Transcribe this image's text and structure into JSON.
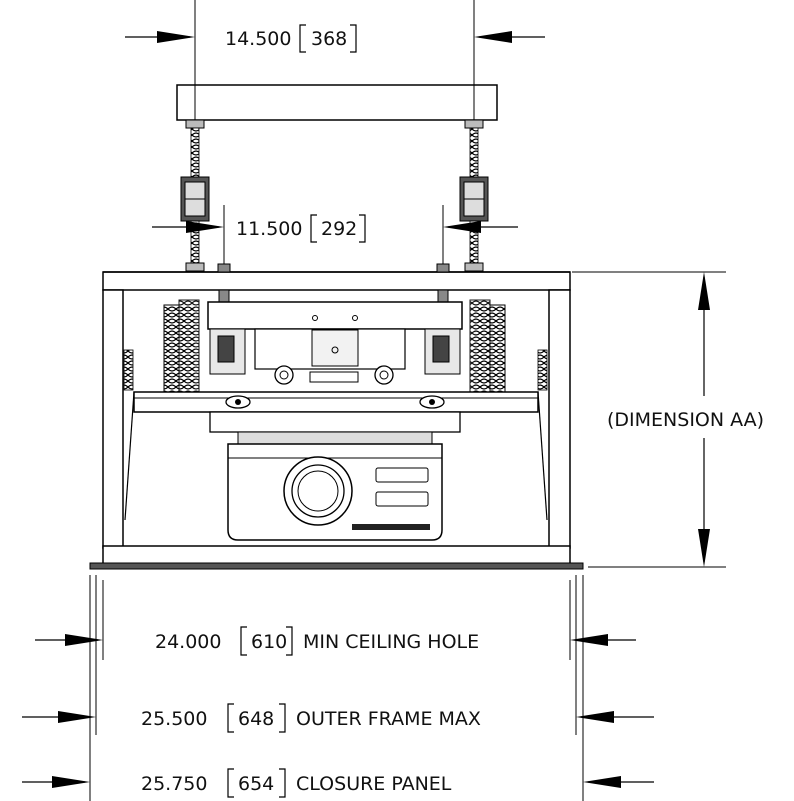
{
  "dimensions": {
    "top_width": {
      "value": "14.500",
      "metric": "368",
      "label": ""
    },
    "inner_width": {
      "value": "11.500",
      "metric": "292",
      "label": ""
    },
    "height": {
      "label": "(DIMENSION AA)"
    },
    "ceiling_hole": {
      "value": "24.000",
      "metric": "610",
      "label": "MIN CEILING HOLE"
    },
    "outer_frame": {
      "value": "25.500",
      "metric": "648",
      "label": "OUTER FRAME MAX"
    },
    "closure_panel": {
      "value": "25.750",
      "metric": "654",
      "label": "CLOSURE PANEL"
    }
  },
  "colors": {
    "line": "#000000",
    "fill_gray": "#d8d8d8",
    "dark": "#2a2a2a"
  }
}
